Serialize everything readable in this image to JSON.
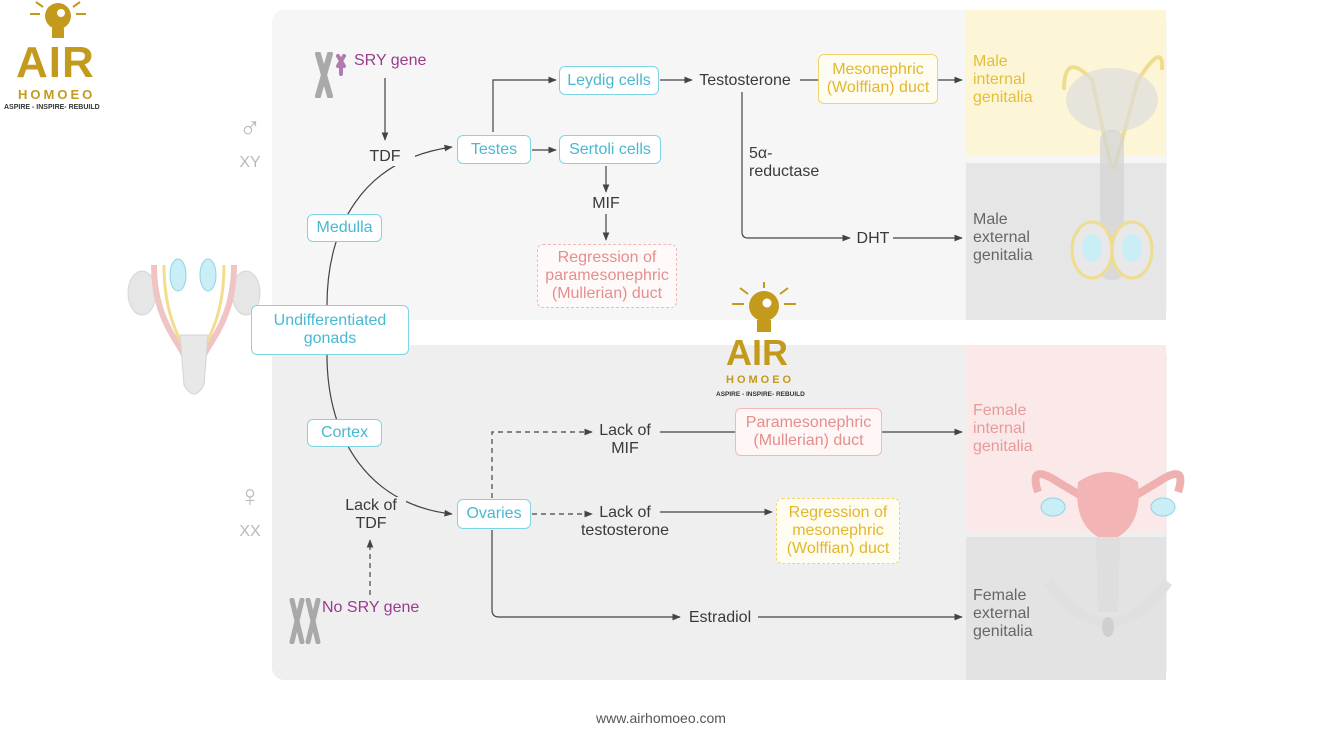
{
  "logo": {
    "name": "AIR",
    "subtitle": "HOMOEO",
    "tagline": "ASPIRE - INSPIRE- REBUILD"
  },
  "sex_labels": {
    "male_symbol": "♂",
    "male_karyotype": "XY",
    "female_symbol": "♀",
    "female_karyotype": "XX"
  },
  "genes": {
    "sry": "SRY gene",
    "no_sry": "No SRY gene"
  },
  "nodes": {
    "undifferentiated": "Undifferentiated\ngonads",
    "medulla": "Medulla",
    "cortex": "Cortex",
    "testes": "Testes",
    "leydig": "Leydig cells",
    "sertoli": "Sertoli cells",
    "mesonephric_male": "Mesonephric\n(Wolffian) duct",
    "regression_paramesonephric": "Regression of\nparamesonephric\n(Mullerian) duct",
    "ovaries": "Ovaries",
    "paramesonephric_female": "Paramesonephric\n(Mullerian) duct",
    "regression_mesonephric": "Regression of\nmesonephric\n(Wolffian) duct"
  },
  "labels": {
    "tdf": "TDF",
    "testosterone": "Testosterone",
    "mif": "MIF",
    "reductase": "5α-\nreductase",
    "dht": "DHT",
    "lack_tdf": "Lack of\nTDF",
    "lack_mif": "Lack of\nMIF",
    "lack_testosterone": "Lack of\ntestosterone",
    "estradiol": "Estradiol"
  },
  "outcomes": {
    "male_internal": "Male\ninternal\ngenitalia",
    "male_external": "Male\nexternal\ngenitalia",
    "female_internal": "Female\ninternal\ngenitalia",
    "female_external": "Female\nexternal\ngenitalia"
  },
  "footer": "www.airhomoeo.com",
  "colors": {
    "cyan": "#49b8d2",
    "yellow": "#e2b72d",
    "pink": "#e58e8e",
    "purple": "#9a3b8f",
    "logo_gold": "#c39a1c"
  }
}
